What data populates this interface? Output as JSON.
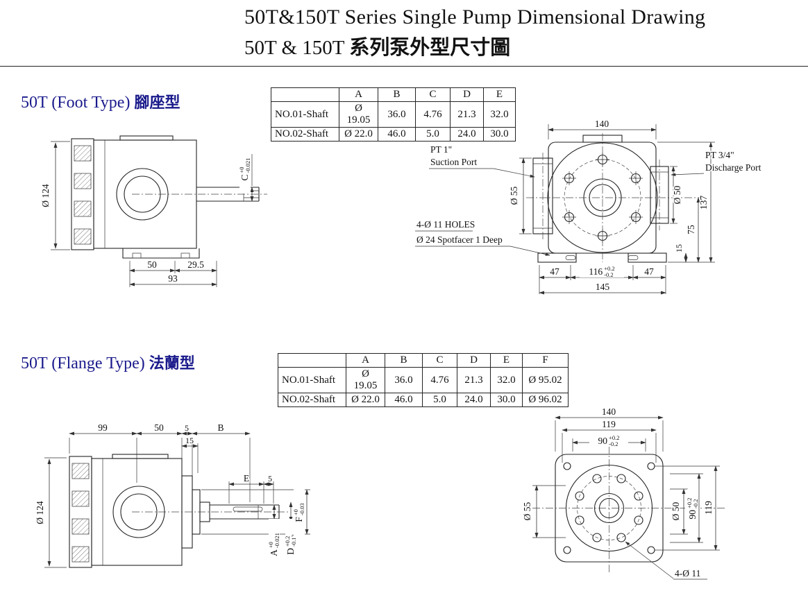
{
  "colors": {
    "heading": "#1a1a8c"
  },
  "title": {
    "line1": "50T&150T Series Single  Pump Dimensional Drawing",
    "line2_prefix": "50T & 150T ",
    "line2_cjk": "系列泵外型尺寸圖"
  },
  "foot": {
    "heading_en": "50T  (Foot Type)",
    "heading_cjk": "腳座型",
    "table": {
      "headers": [
        "",
        "A",
        "B",
        "C",
        "D",
        "E"
      ],
      "rows": [
        {
          "label": "NO.01-Shaft",
          "values": [
            "Ø 19.05",
            "36.0",
            "4.76",
            "21.3",
            "32.0"
          ]
        },
        {
          "label": "NO.02-Shaft",
          "values": [
            "Ø 22.0",
            "46.0",
            "5.0",
            "24.0",
            "30.0"
          ]
        }
      ]
    },
    "side": {
      "dia124": "Ø 124",
      "c_main": "C",
      "c_plus": "+0",
      "c_minus": "-0.021",
      "d50": "50",
      "d29_5": "29.5",
      "d93": "93"
    },
    "front": {
      "d140": "140",
      "suction1": "PT  1\"",
      "suction2": "Suction Port",
      "discharge1": "PT 3/4\"",
      "discharge2": "Discharge Port",
      "dia55": "Ø 55",
      "dia50": "Ø 50",
      "d137": "137",
      "d75": "75",
      "d15": "15",
      "holes1": "4-Ø 11 HOLES",
      "holes2": "Ø 24 Spotfacer 1 Deep",
      "d47L": "47",
      "d116_main": "116",
      "d116_plus": "+0.2",
      "d116_minus": "-0.2",
      "d47R": "47",
      "d145": "145"
    }
  },
  "flange": {
    "heading_en": "50T  (Flange Type)",
    "heading_cjk": "法蘭型",
    "table": {
      "headers": [
        "",
        "A",
        "B",
        "C",
        "D",
        "E",
        "F"
      ],
      "rows": [
        {
          "label": "NO.01-Shaft",
          "values": [
            "Ø 19.05",
            "36.0",
            "4.76",
            "21.3",
            "32.0",
            "Ø 95.02"
          ]
        },
        {
          "label": "NO.02-Shaft",
          "values": [
            "Ø 22.0",
            "46.0",
            "5.0",
            "24.0",
            "30.0",
            "Ø 96.02"
          ]
        }
      ]
    },
    "side": {
      "d99": "99",
      "d50": "50",
      "d5a": "5",
      "dB": "B",
      "d15": "15",
      "dE": "E",
      "d5b": "5",
      "dia124": "Ø 124",
      "A_main": "A",
      "A_plus": "+0",
      "A_minus": "-0.021",
      "D_main": "D",
      "D_plus": "+0.2",
      "D_minus": "-0.12",
      "F_main": "F",
      "F_plus": "+0",
      "F_minus": "-0.03"
    },
    "front": {
      "d140": "140",
      "d119t": "119",
      "d90t_main": "90",
      "d90t_plus": "+0.2",
      "d90t_minus": "-0.2",
      "dia55": "Ø 55",
      "dia50": "Ø 50",
      "d90r_main": "90",
      "d90r_plus": "+0.2",
      "d90r_minus": "-0.2",
      "d119r": "119",
      "holes": "4-Ø 11"
    }
  }
}
